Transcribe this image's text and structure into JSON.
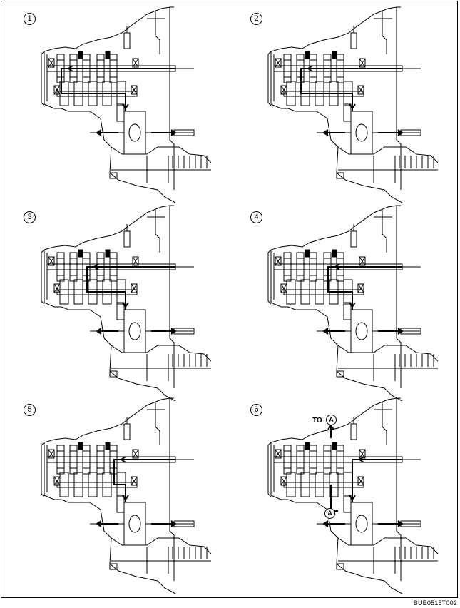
{
  "panels": [
    {
      "id": "1",
      "number": "1"
    },
    {
      "id": "2",
      "number": "2"
    },
    {
      "id": "3",
      "number": "3"
    },
    {
      "id": "4",
      "number": "4"
    },
    {
      "id": "5",
      "number": "5"
    },
    {
      "id": "6",
      "number": "6"
    }
  ],
  "panel6": {
    "to_prefix": "TO",
    "ref_letter": "A"
  },
  "figure_code": "BUE0515T002"
}
